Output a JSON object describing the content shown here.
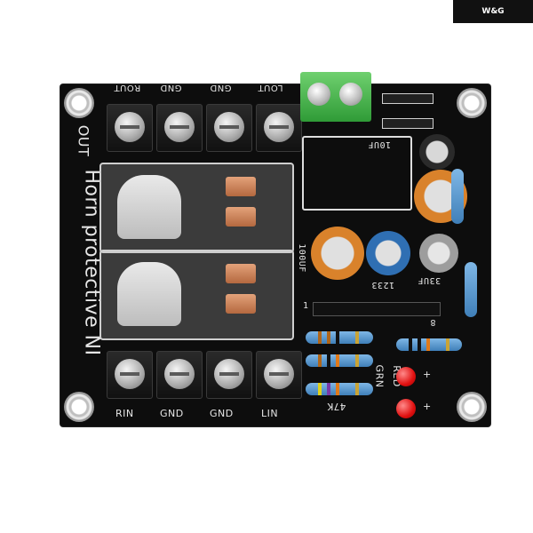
{
  "watermark": "W&G",
  "board": {
    "title": "Horn protective NI",
    "out_label": "OUT",
    "top_terminals": [
      "ROUT",
      "GND",
      "GND",
      "LOUT"
    ],
    "bottom_terminals": [
      "RIN",
      "GND",
      "GND",
      "LIN"
    ],
    "cap_labels": {
      "c1": "100UF",
      "c2": "10UF",
      "c3": "33UF",
      "c4": "1233"
    },
    "ic_pins": {
      "pin1": "1",
      "pin8": "8"
    },
    "led_labels": [
      "GRN",
      "RED"
    ],
    "resistor_label": "47K",
    "plus_signs": [
      "+",
      "+"
    ]
  },
  "colors": {
    "board": "#0d0d0d",
    "terminal_block": "#2f9b37",
    "resistor": "#3f7fb8",
    "led": "#e01010",
    "cap_orange": "#d9822b",
    "cap_blue": "#2f6fb3"
  }
}
